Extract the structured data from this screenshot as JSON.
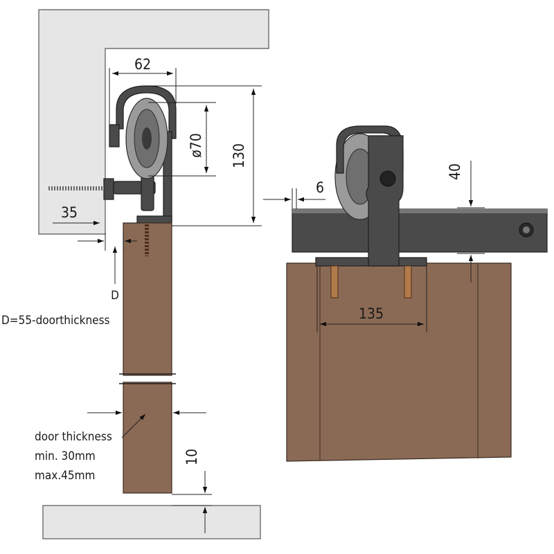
{
  "dimensions": {
    "side_width": "62",
    "wheel_diameter": "ø70",
    "total_height": "130",
    "wall_offset": "35",
    "track_gap": "6",
    "track_height": "40",
    "screw_spacing": "135",
    "floor_gap": "10",
    "door_offset_symbol": "D"
  },
  "notes": {
    "formula": "D=55-doorthickness",
    "door_thickness_title": "door thickness",
    "door_thickness_min": "min. 30mm",
    "door_thickness_max": "max.45mm"
  },
  "colors": {
    "wall": "#e6e6e6",
    "door": "#8b6a55",
    "metal": "#4a4a4a",
    "wheel": "#9a9a9a",
    "screw": "#b07a4a"
  }
}
